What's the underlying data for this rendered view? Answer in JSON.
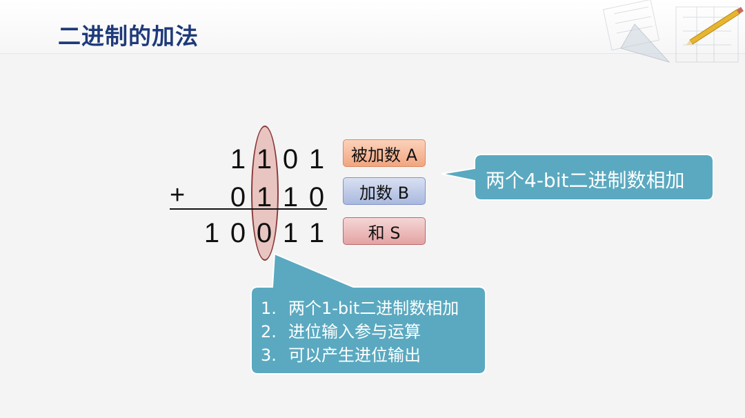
{
  "slide": {
    "title": "二进制的加法"
  },
  "addition": {
    "operand_a": [
      "1",
      "1",
      "0",
      "1"
    ],
    "operand_b": [
      "0",
      "1",
      "1",
      "0"
    ],
    "operator": "+",
    "sum": [
      "1",
      "0",
      "0",
      "1",
      "1"
    ]
  },
  "labels": {
    "a": "被加数 A",
    "b": "加数 B",
    "s": "和 S"
  },
  "callouts": {
    "top_right": "两个4-bit二进制数相加",
    "steps": [
      {
        "num": "1.",
        "text": "两个1-bit二进制数相加"
      },
      {
        "num": "2.",
        "text": "进位输入参与运算"
      },
      {
        "num": "3.",
        "text": "可以产生进位输出"
      }
    ]
  },
  "colors": {
    "title": "#1f3a7a",
    "callout": "#5aa9c0",
    "label_a": "#f2a57f",
    "label_b": "#a9b8de",
    "label_s": "#e3a3a3",
    "ellipse": "#dc8c82"
  }
}
